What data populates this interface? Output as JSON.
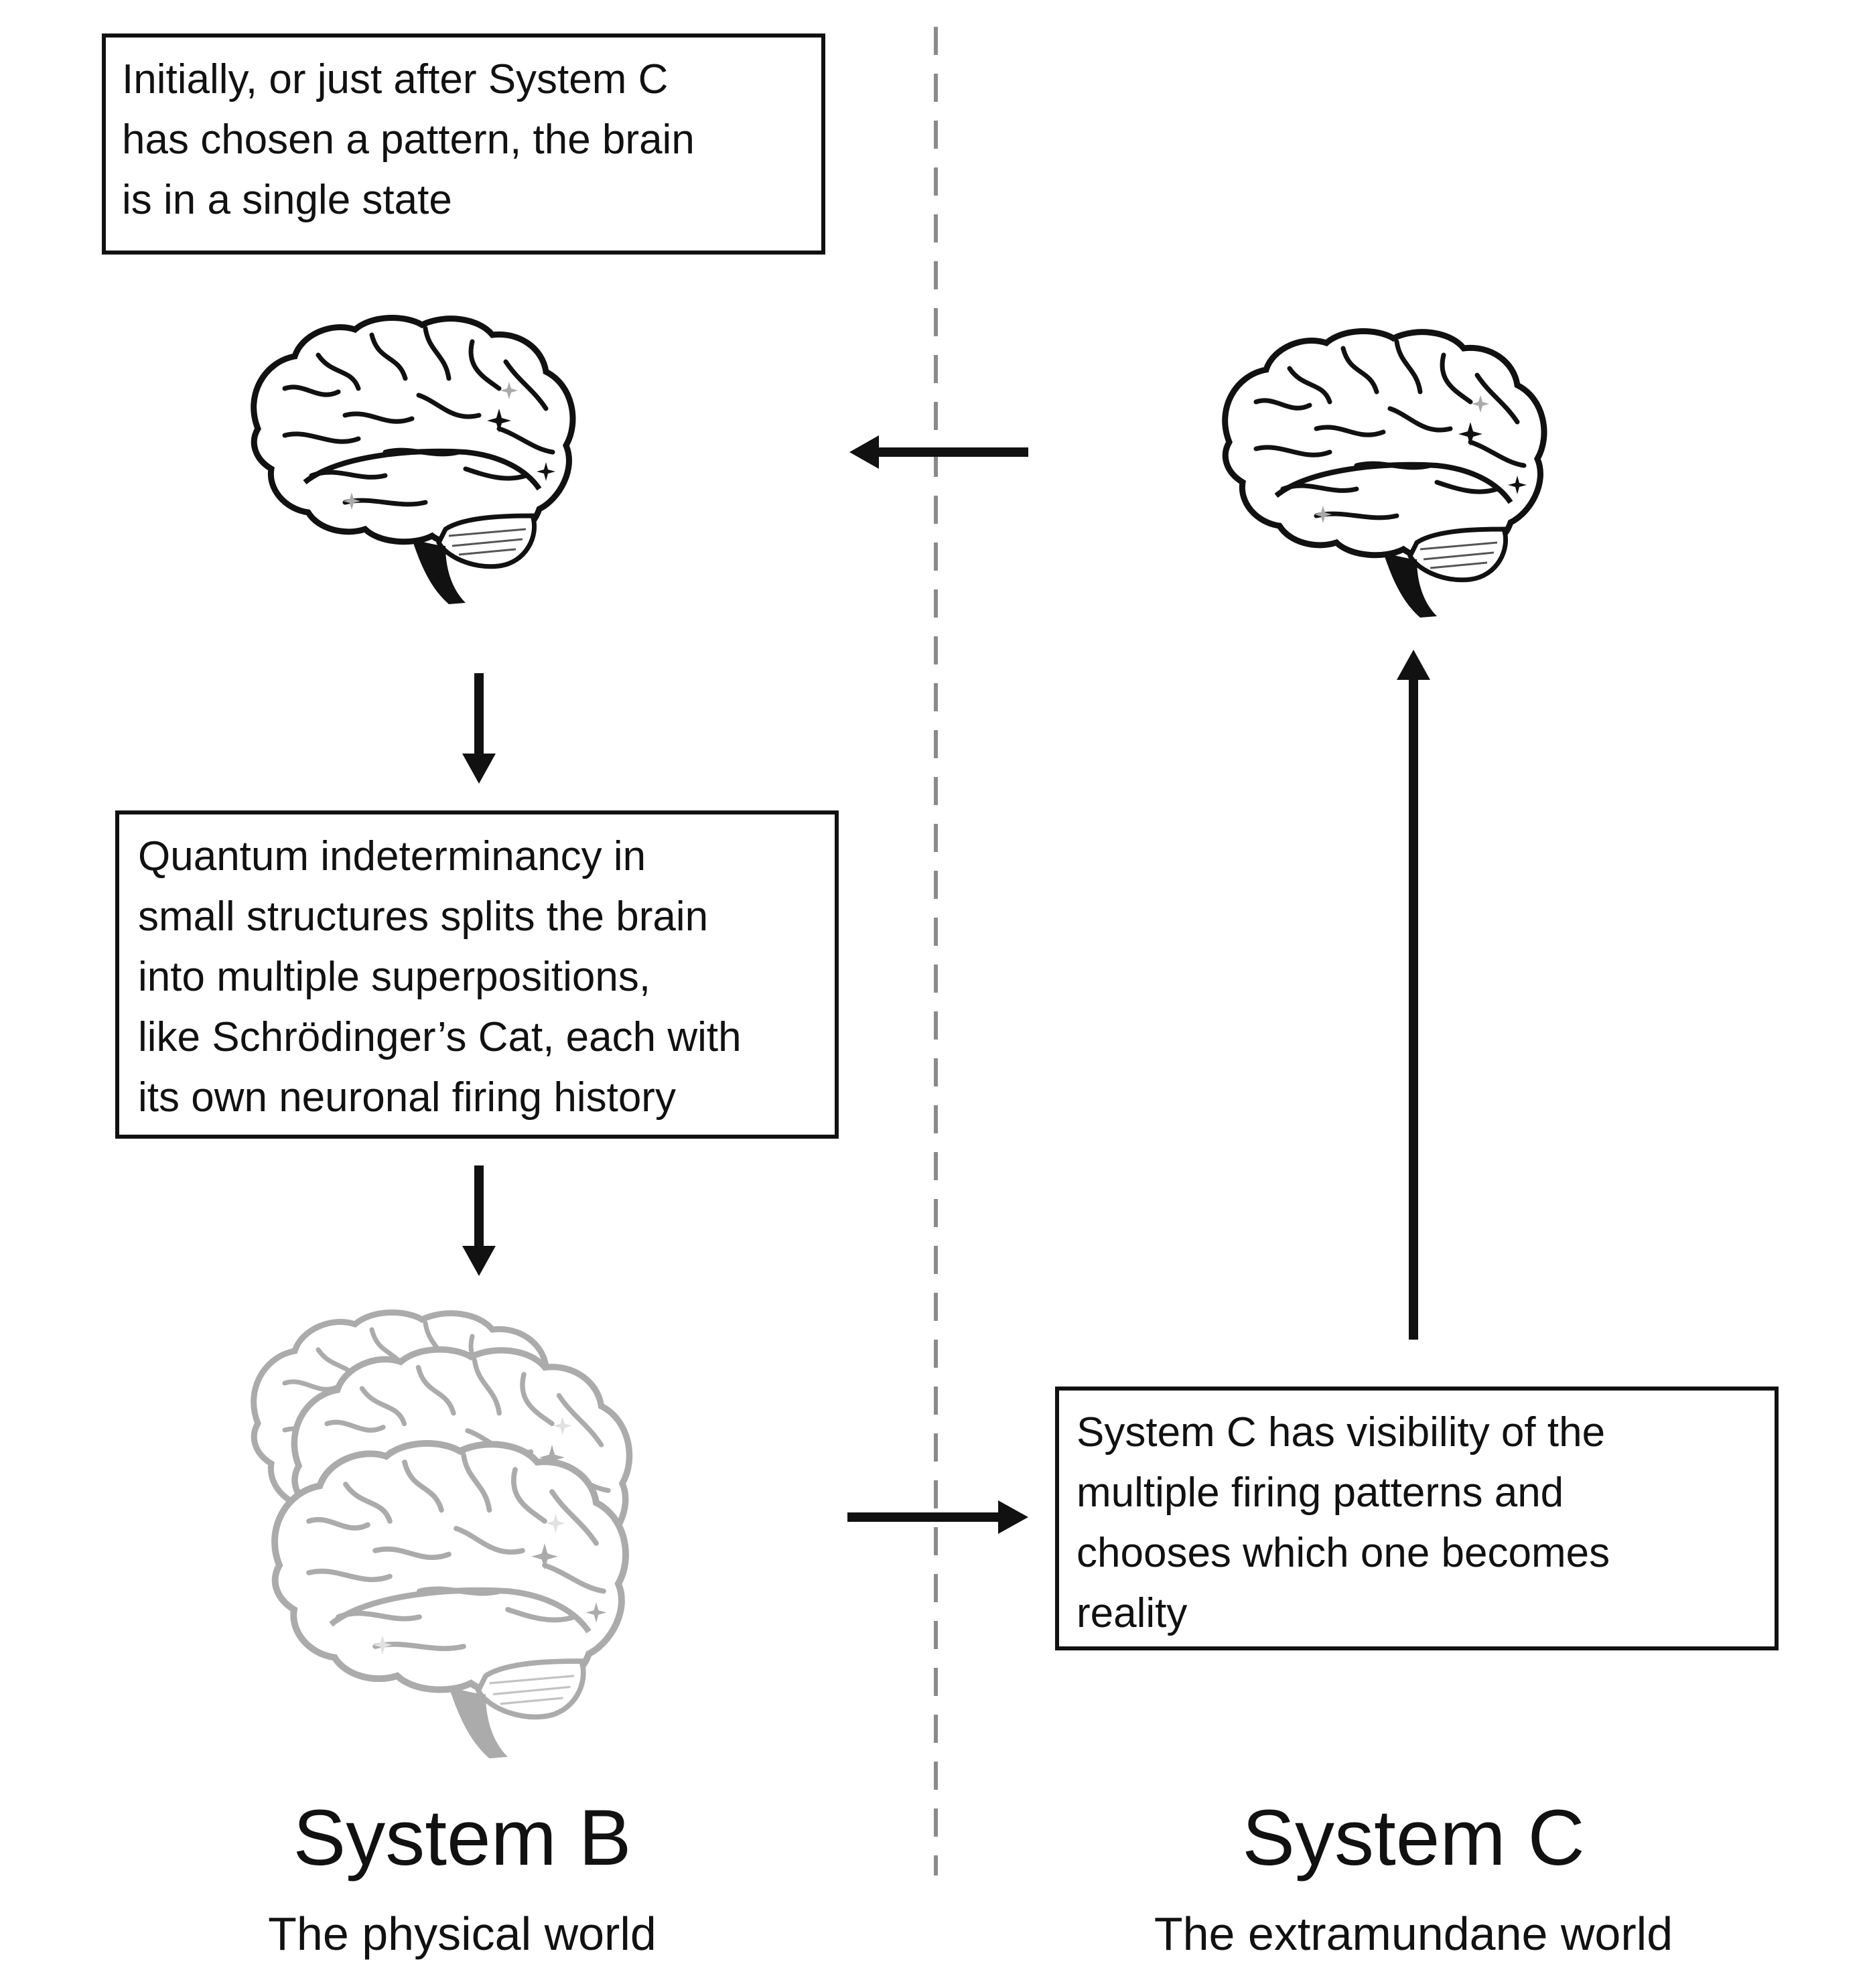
{
  "boxes": {
    "initial_state": "Initially, or just after System C\nhas chosen a pattern, the brain\nis in a single state",
    "quantum_split": "Quantum indeterminancy in\nsmall structures splits the brain\ninto multiple superpositions,\nlike Schrödinger’s Cat, each with\nits own neuronal firing history",
    "system_c_choice": "System C has visibility of the\nmultiple firing patterns and\nchooses which one becomes\nreality"
  },
  "columns": {
    "left": {
      "title": "System B",
      "subtitle": "The physical world"
    },
    "right": {
      "title": "System C",
      "subtitle": "The extramundane world"
    }
  },
  "icons": [
    "brain-icon",
    "brain-icon",
    "superposed-brain-icon",
    "arrow-icon"
  ],
  "colors": {
    "stroke": "#111111",
    "divider": "#8a8a8a",
    "faded": "#bdbdbd"
  }
}
